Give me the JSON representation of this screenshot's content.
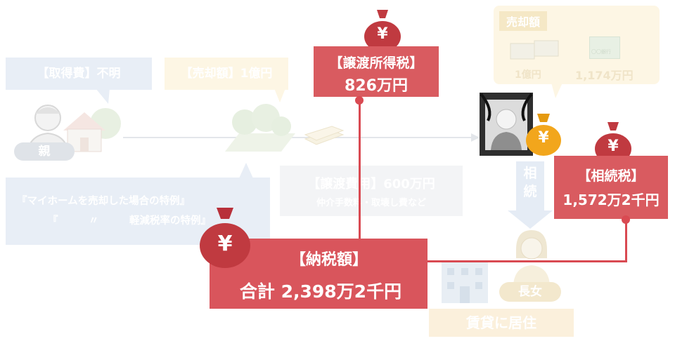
{
  "acquisition": {
    "label": "【取得費】不明"
  },
  "parent": {
    "label": "親"
  },
  "sale_price": {
    "label": "【売却額】1億円"
  },
  "special_rule": {
    "line1": "『マイホームを売却した場合の特例』",
    "line2": "『　　　〃　　　軽減税率の特例』"
  },
  "transfer_income_tax": {
    "title": "【譲渡所得税】",
    "amount": "826万円"
  },
  "transfer_cost": {
    "title": "【譲渡費用】600万円",
    "detail": "仲介手数料・取壊し費など"
  },
  "sale_summary": {
    "title": "売却額",
    "cash": "1億円",
    "bank": "1,174万円",
    "bank_mark": "〇〇銀行"
  },
  "inheritance": {
    "label": "相続"
  },
  "inheritance_tax": {
    "title": "【相続税】",
    "amount": "1,572万2千円"
  },
  "tax_total": {
    "title": "【納税額】",
    "amount": "合計 2,398万2千円"
  },
  "daughter": {
    "label": "長女"
  },
  "rental": {
    "label": "賃貸に居住"
  },
  "yen_symbol": "¥",
  "colors": {
    "red": "#d95b60",
    "dark_red": "#c03a40",
    "gold": "#f2a61c",
    "faded_blue": "#e8eef6",
    "faded_yellow": "#fdf6e4"
  }
}
